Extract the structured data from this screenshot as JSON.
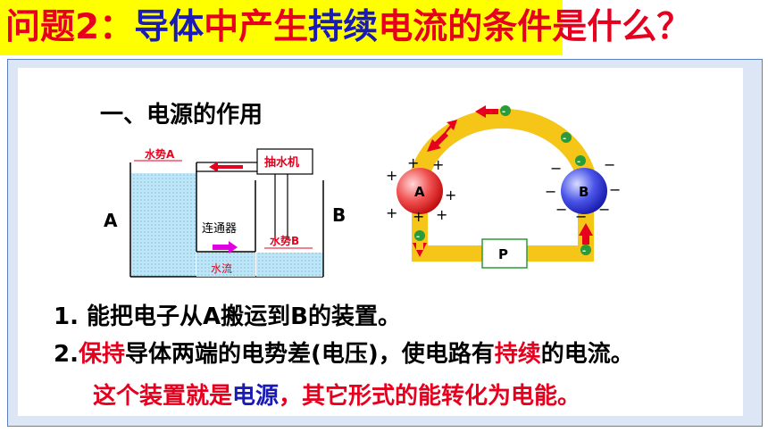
{
  "title": {
    "part1": "问题2：",
    "part2": "导体",
    "part3": "中产生",
    "part4": "持续",
    "part5": "电流",
    "part6": "的条件是什么？"
  },
  "section": {
    "title": "一、电源的作用"
  },
  "water_diagram": {
    "label_a": "A",
    "label_b": "B",
    "water_level_a": "水势A",
    "water_level_b": "水势B",
    "pump": "抽水机",
    "connector": "连通器",
    "flow": "水流"
  },
  "circuit_diagram": {
    "sphere_a": "A",
    "sphere_b": "B",
    "device_p": "P",
    "electron_sign": "-",
    "plus_sign": "+",
    "minus_sign": "−"
  },
  "points": {
    "p1": "1. 能把电子从A搬运到B的装置。",
    "p2_num": "2.",
    "p2_a": "保持",
    "p2_b": "导体两端的电势差(电压)，使电路有",
    "p2_c": "持续",
    "p2_d": "的电流。",
    "p3_a": "这个装置就是",
    "p3_b": "电源",
    "p3_c": "，其它形式的能转化为电能。"
  },
  "colors": {
    "title_bg": "#ffff00",
    "accent_red": "#e6001e",
    "accent_blue": "#1a1ab8",
    "water": "#a8dcf0",
    "wire": "#f5c518"
  }
}
